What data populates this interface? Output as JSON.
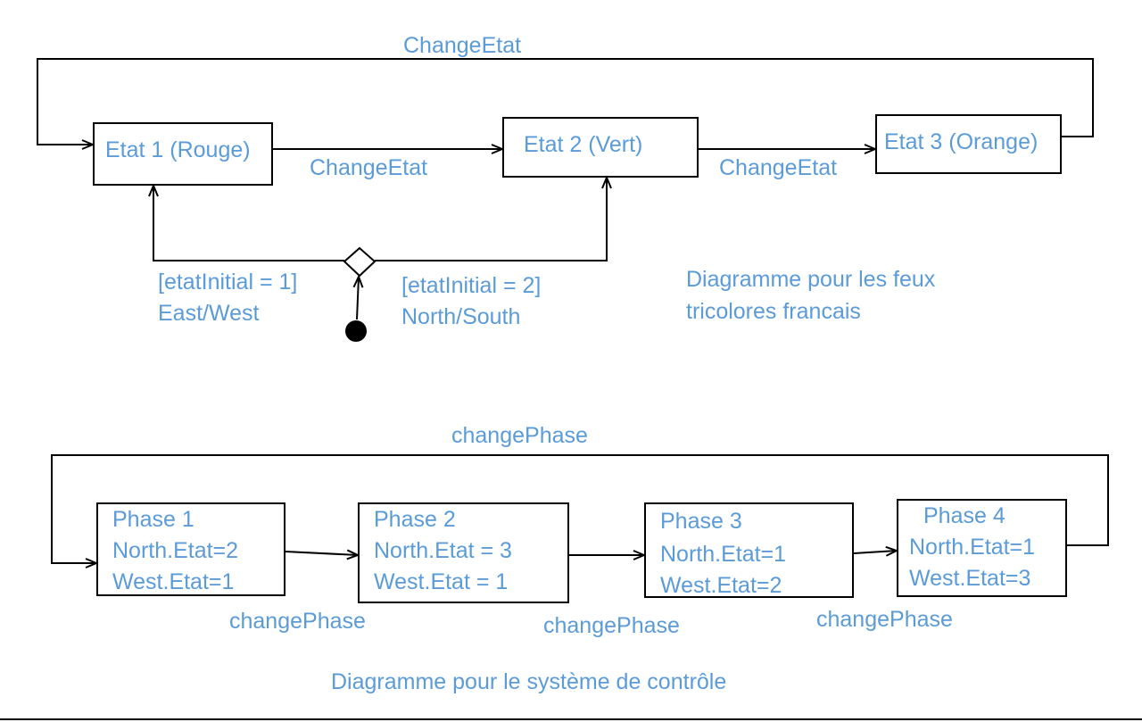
{
  "colors": {
    "text": "#5b9bd8",
    "line": "#000000",
    "background": "#ffffff"
  },
  "top_diagram": {
    "loop_label": "ChangeEtat",
    "states": [
      {
        "label": "Etat 1 (Rouge)"
      },
      {
        "label": "Etat 2 (Vert)"
      },
      {
        "label": "Etat 3 (Orange)"
      }
    ],
    "transitions": [
      "ChangeEtat",
      "ChangeEtat"
    ],
    "guards": [
      {
        "condition": "[etatInitial = 1]",
        "direction": "East/West"
      },
      {
        "condition": "[etatInitial = 2]",
        "direction": "North/South"
      }
    ],
    "caption_line1": "Diagramme pour les feux",
    "caption_line2": "tricolores francais"
  },
  "bottom_diagram": {
    "loop_label": "changePhase",
    "phases": [
      {
        "title": "Phase 1",
        "north": "North.Etat=2",
        "west": "West.Etat=1"
      },
      {
        "title": "Phase 2",
        "north": "North.Etat = 3",
        "west": "West.Etat = 1"
      },
      {
        "title": "Phase 3",
        "north": "North.Etat=1",
        "west": "West.Etat=2"
      },
      {
        "title": "Phase 4",
        "north": "North.Etat=1",
        "west": "West.Etat=3"
      }
    ],
    "transitions": [
      "changePhase",
      "changePhase",
      "changePhase"
    ],
    "caption": "Diagramme pour le système de contrôle"
  }
}
